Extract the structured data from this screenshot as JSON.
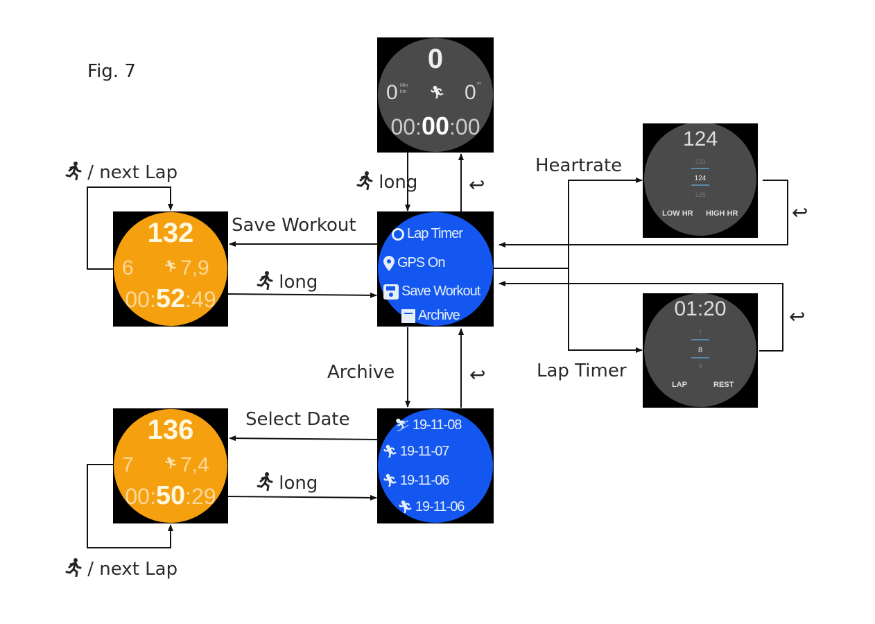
{
  "figure": {
    "label": "Fig. 7"
  },
  "transitions": {
    "start_long": "long",
    "save_workout": "Save Workout",
    "workout_long": "long",
    "next_lap_top": "/ next Lap",
    "heartrate": "Heartrate",
    "lap_timer": "Lap Timer",
    "archive": "Archive",
    "select_date": "Select Date",
    "archive_long": "long",
    "next_lap_bottom": "/ next Lap",
    "back_symbol": "↩"
  },
  "screens": {
    "start": {
      "heart_rate": "0",
      "pace_value": "0",
      "pace_unit_top": "Min",
      "pace_unit_bottom": "km",
      "distance_value": "0",
      "distance_unit": "m",
      "time_hours": "00",
      "time_minutes": "00",
      "time_seconds": "00",
      "bg_color": "#4a4a4a"
    },
    "menu": {
      "bg_color": "#1357f0",
      "items": [
        {
          "icon": "timer-icon",
          "label": "Lap Timer"
        },
        {
          "icon": "location-pin-icon",
          "label": "GPS On"
        },
        {
          "icon": "save-icon",
          "label": "Save Workout"
        },
        {
          "icon": "archive-icon",
          "label": "Archive"
        }
      ]
    },
    "workout_live": {
      "bg_color": "#f5a00f",
      "heart_rate": "132",
      "pace_value": "6",
      "distance_value": "7,9",
      "time_hours": "00",
      "time_minutes": "52",
      "time_seconds": "49"
    },
    "heartrate_setting": {
      "bg_color": "#4a4a4a",
      "value": "124",
      "picker": [
        "123",
        "124",
        "125"
      ],
      "left_button": "LOW HR",
      "right_button": "HIGH HR"
    },
    "lap_timer_setting": {
      "bg_color": "#4a4a4a",
      "value": "01:20",
      "picker": [
        "7",
        "8",
        "9"
      ],
      "left_button": "LAP",
      "right_button": "REST"
    },
    "archive_list": {
      "bg_color": "#1357f0",
      "items": [
        {
          "icon": "ski-icon",
          "date": "19-11-08"
        },
        {
          "icon": "runner-icon",
          "date": "19-11-07"
        },
        {
          "icon": "runner-icon",
          "date": "19-11-06"
        },
        {
          "icon": "runner-icon",
          "date": "19-11-06"
        }
      ]
    },
    "workout_archived": {
      "bg_color": "#f5a00f",
      "heart_rate": "136",
      "pace_value": "7",
      "distance_value": "7,4",
      "time_hours": "00",
      "time_minutes": "50",
      "time_seconds": "29"
    }
  }
}
